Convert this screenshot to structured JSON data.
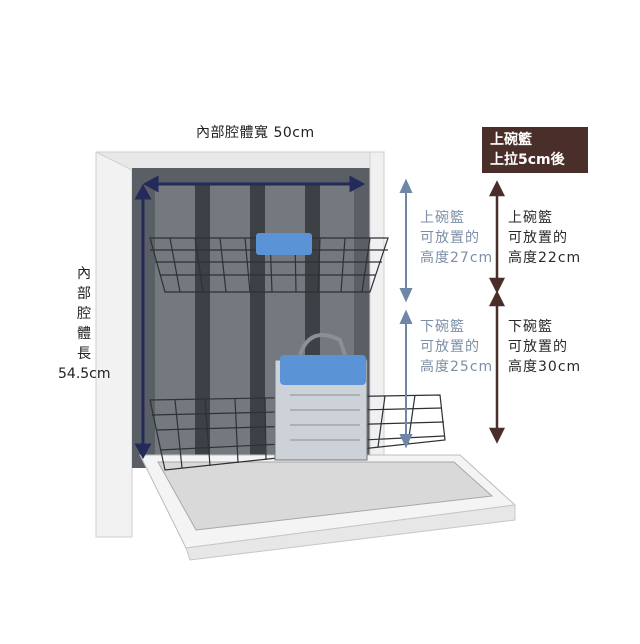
{
  "labels": {
    "interior_width": "內部腔體寬 50cm",
    "interior_depth": [
      "內",
      "部",
      "腔",
      "體",
      "長",
      "54.5cm"
    ],
    "upper_raised_badge": [
      "上碗籃",
      "上拉5cm後"
    ],
    "upper_default": [
      "上碗籃",
      "可放置的",
      "高度27cm"
    ],
    "lower_default": [
      "下碗籃",
      "可放置的",
      "高度25cm"
    ],
    "upper_raised": [
      "上碗籃",
      "可放置的",
      "高度22cm"
    ],
    "lower_raised": [
      "下碗籃",
      "可放置的",
      "高度30cm"
    ]
  },
  "colors": {
    "badge_bg": "#4a2e2a",
    "grey_text": "#7d8fa6",
    "arrow_grey": "#6e87a6",
    "arrow_dark": "#4a2e2a",
    "measure_navy": "#242a5a",
    "tray_blue": "#5a93d6"
  }
}
